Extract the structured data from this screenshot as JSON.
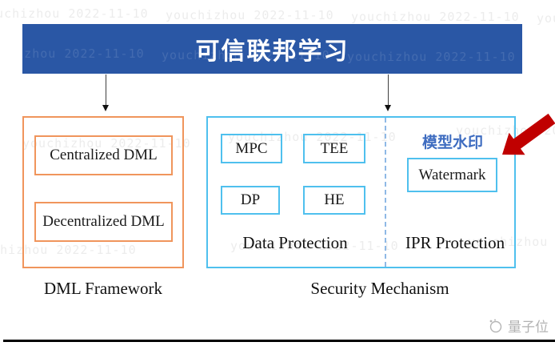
{
  "header": {
    "title": "可信联邦学习",
    "bg_color": "#2A57A5"
  },
  "watermark_overlay": {
    "text": "youchizhou 2022-11-10"
  },
  "dml_framework": {
    "label": "DML Framework",
    "border_color": "#F0955C",
    "items": [
      {
        "label": "Centralized DML"
      },
      {
        "label": "Decentralized DML"
      }
    ]
  },
  "security_mechanism": {
    "label": "Security Mechanism",
    "border_color": "#4FC0EE",
    "data_protection": {
      "label": "Data Protection",
      "items": [
        {
          "label": "MPC"
        },
        {
          "label": "TEE"
        },
        {
          "label": "DP"
        },
        {
          "label": "HE"
        }
      ]
    },
    "ipr_protection": {
      "label": "IPR Protection",
      "annotation": "模型水印",
      "annotation_color": "#3E6CC0",
      "items": [
        {
          "label": "Watermark"
        }
      ]
    }
  },
  "highlight_arrow": {
    "color": "#C00000",
    "points_at": "模型水印 / Watermark"
  },
  "footer": {
    "brand": "量子位"
  }
}
